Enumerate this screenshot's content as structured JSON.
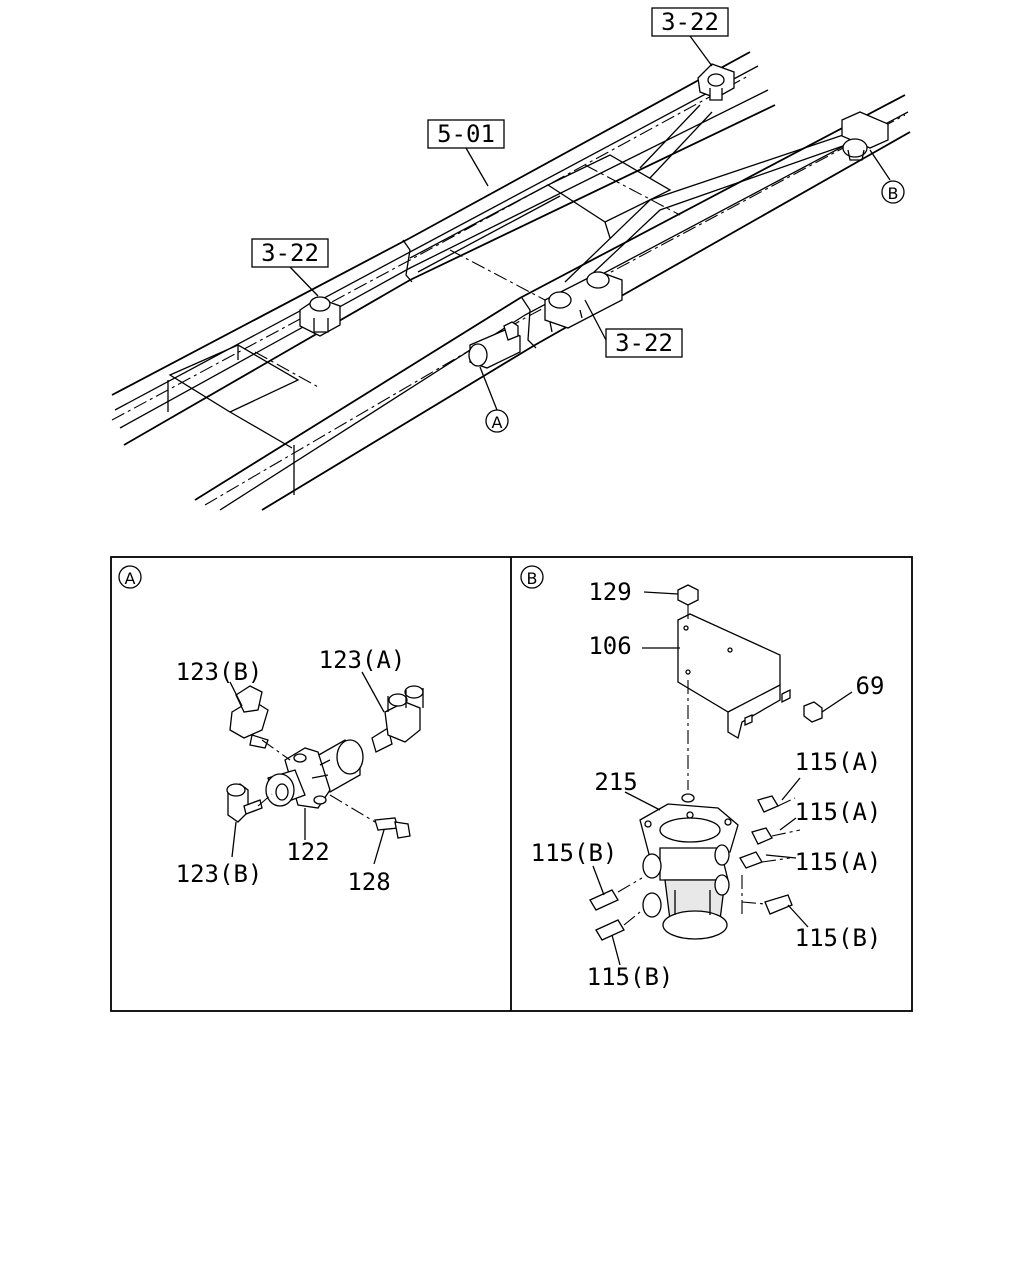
{
  "frame_refs": {
    "ref_top": "3-22",
    "ref_frame": "5-01",
    "ref_left": "3-22",
    "ref_center": "3-22"
  },
  "callouts": {
    "a": "A",
    "b": "B"
  },
  "panel_a": {
    "marker": "A",
    "labels": {
      "p123b_top": "123(B)",
      "p123a": "123(A)",
      "p122": "122",
      "p123b_bottom": "123(B)",
      "p128": "128"
    }
  },
  "panel_b": {
    "marker": "B",
    "labels": {
      "p129": "129",
      "p106": "106",
      "p69": "69",
      "p215": "215",
      "p115a_1": "115(A)",
      "p115a_2": "115(A)",
      "p115a_3": "115(A)",
      "p115b_1": "115(B)",
      "p115b_2": "115(B)",
      "p115b_3": "115(B)"
    }
  }
}
